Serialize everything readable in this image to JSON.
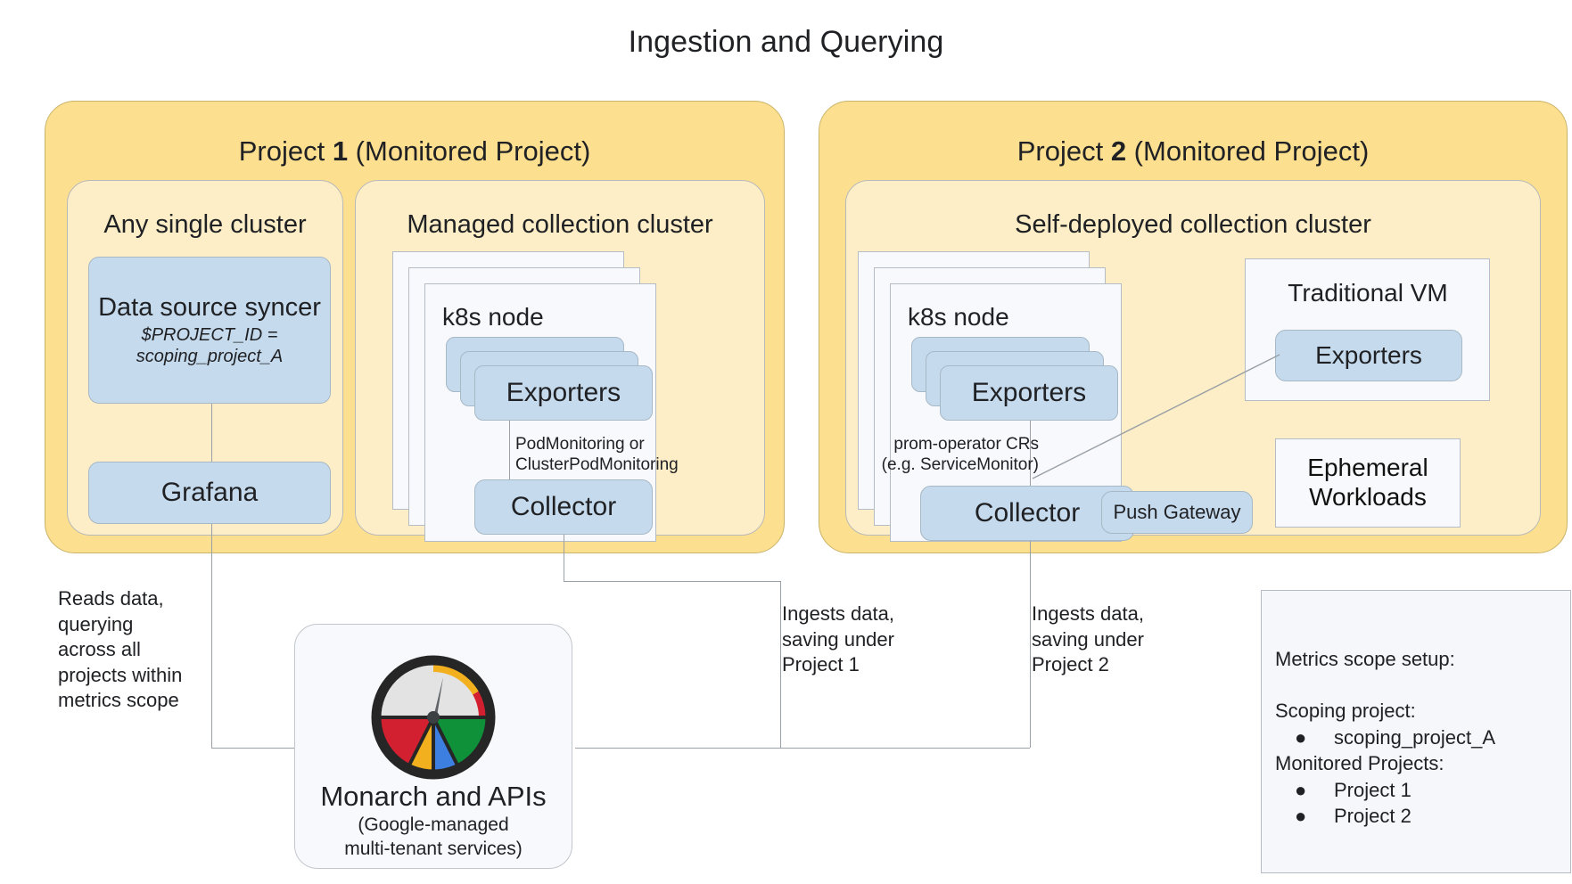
{
  "title": "Ingestion and Querying",
  "projects": [
    {
      "title_prefix": "Project ",
      "number": "1",
      "title_suffix": " (Monitored Project)",
      "clusters": [
        {
          "name": "Any single cluster",
          "boxes": [
            {
              "label": "Data source syncer",
              "sub_line1": "$PROJECT_ID =",
              "sub_line2": "scoping_project_A"
            },
            {
              "label": "Grafana"
            }
          ]
        },
        {
          "name": "Managed collection cluster",
          "node_label": "k8s node",
          "exporters_label": "Exporters",
          "collector_label": "Collector",
          "edge_label": "PodMonitoring or\nClusterPodMonitoring"
        }
      ]
    },
    {
      "title_prefix": "Project ",
      "number": "2",
      "title_suffix": " (Monitored Project)",
      "clusters": [
        {
          "name": "Self-deployed collection cluster",
          "node_label": "k8s node",
          "exporters_label": "Exporters",
          "collector_label": "Collector",
          "push_gateway_label": "Push Gateway",
          "edge_label": "prom-operator CRs\n(e.g. ServiceMonitor)",
          "vm_label": "Traditional VM",
          "vm_exporters_label": "Exporters",
          "ephemeral_label": "Ephemeral\nWorkloads"
        }
      ]
    }
  ],
  "annotations": {
    "reads": "Reads data,\nquerying\nacross all\nprojects within\nmetrics scope",
    "ingest_p1": "Ingests data,\nsaving under\nProject 1",
    "ingest_p2": "Ingests data,\nsaving under\nProject 2"
  },
  "monarch": {
    "title": "Monarch and APIs",
    "subtitle": "(Google-managed\nmulti-tenant services)",
    "icon": "gauge-icon"
  },
  "legend": {
    "heading": "Metrics scope setup:",
    "scoping_label": "Scoping project:",
    "scoping_items": [
      "scoping_project_A"
    ],
    "monitored_label": "Monitored Projects:",
    "monitored_items": [
      "Project 1",
      "Project 2"
    ]
  },
  "colors": {
    "project_fill": "#fcdf8f",
    "cluster_fill": "#fdeec7",
    "blue_fill": "#c5daed",
    "white_fill": "#f7f9fc",
    "legend_fill": "#f5f7fa",
    "line": "#9aa0a6",
    "gauge_red": "#d32030",
    "gauge_yellow": "#f2b01e",
    "gauge_blue": "#3d7fe0",
    "gauge_green": "#0e9138",
    "gauge_ring": "#262626"
  }
}
